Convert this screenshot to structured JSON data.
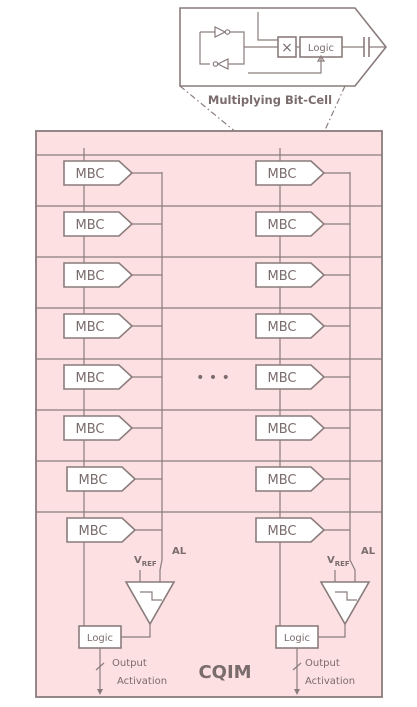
{
  "colors": {
    "line": "#8a7c7c",
    "array_fill": "#fde0e2",
    "text": "#7a6c6c",
    "background": "#ffffff"
  },
  "inset": {
    "caption": "Multiplying Bit-Cell",
    "multiply_symbol": "×",
    "logic_label": "Logic"
  },
  "array": {
    "title": "CQIM",
    "ellipsis": "• • •",
    "mbc_label": "MBC",
    "rows": 8,
    "columns": [
      {
        "vref_main": "V",
        "vref_sub": "REF",
        "al_label": "AL",
        "logic_label": "Logic",
        "output_line1": "Output",
        "output_line2": "Activation"
      },
      {
        "vref_main": "V",
        "vref_sub": "REF",
        "al_label": "AL",
        "logic_label": "Logic",
        "output_line1": "Output",
        "output_line2": "Activation"
      }
    ]
  }
}
